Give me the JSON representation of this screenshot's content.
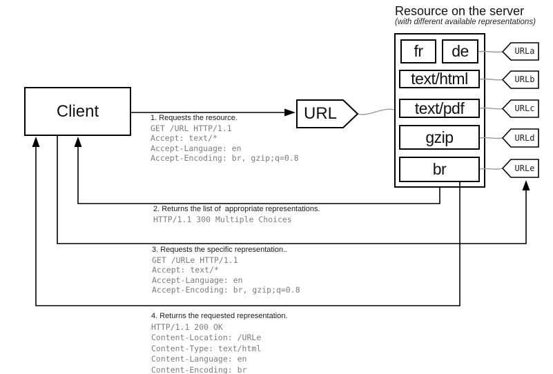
{
  "diagram": {
    "server": {
      "title": "Resource on the server",
      "subtitle": "(with different available representations)",
      "representations": [
        {
          "label": "fr"
        },
        {
          "label": "de"
        },
        {
          "label": "text/html"
        },
        {
          "label": "text/pdf"
        },
        {
          "label": "gzip"
        },
        {
          "label": "br"
        }
      ],
      "url_tags": [
        "URLa",
        "URLb",
        "URLc",
        "URLd",
        "URLe"
      ]
    },
    "client": {
      "label": "Client"
    },
    "url_node": {
      "label": "URL"
    },
    "messages": [
      {
        "title": "1. Requests the resource.",
        "lines": [
          "GET /URL HTTP/1.1",
          "Accept: text/*",
          "Accept-Language: en",
          "Accept-Encoding: br, gzip;q=0.8"
        ]
      },
      {
        "title": "2. Returns the list of  appropriate representations.",
        "lines": [
          "HTTP/1.1 300 Multiple Choices"
        ]
      },
      {
        "title": "3. Requests the specific representation..",
        "lines": [
          "GET /URLe HTTP/1.1",
          "Accept: text/*",
          "Accept-Language: en",
          "Accept-Encoding: br, gzip;q=0.8"
        ]
      },
      {
        "title": "4. Returns the requested representation.",
        "lines": [
          "HTTP/1.1 200 OK",
          "Content-Location: /URLe",
          "Content-Type: text/html",
          "Content-Language: en",
          "Content-Encoding: br"
        ]
      }
    ],
    "colors": {
      "line": "#000000",
      "connector": "#9a9a9a",
      "mono_text": "#7d7d7d",
      "label_text": "#1a1a1a",
      "background": "#ffffff"
    }
  }
}
